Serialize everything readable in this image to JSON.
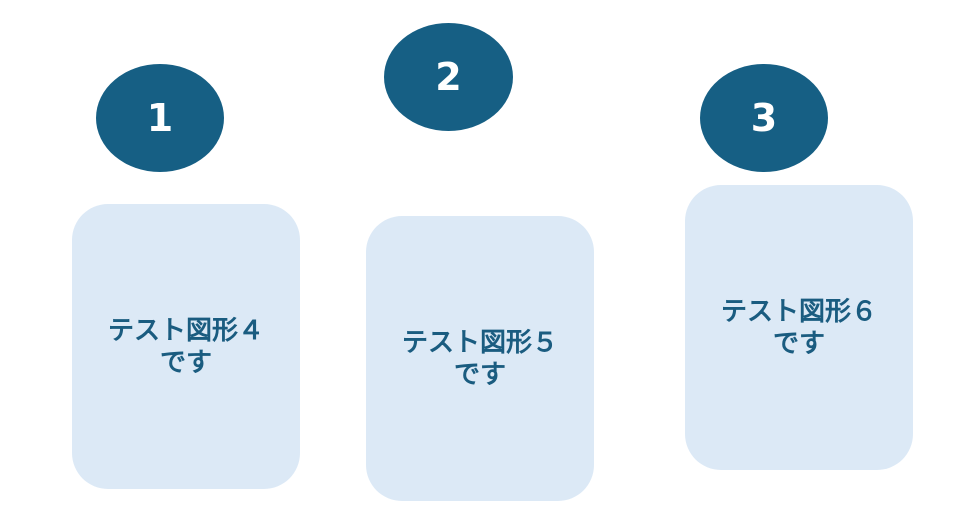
{
  "circles": [
    {
      "label": "1"
    },
    {
      "label": "2"
    },
    {
      "label": "3"
    }
  ],
  "boxes": [
    {
      "line1": "テスト図形４",
      "line2": "です"
    },
    {
      "line1": "テスト図形５",
      "line2": "です"
    },
    {
      "line1": "テスト図形６",
      "line2": "です"
    }
  ],
  "colors": {
    "circle_fill": "#165f84",
    "box_fill": "#dce9f6",
    "box_text": "#1a5c80",
    "circle_text": "#ffffff"
  }
}
